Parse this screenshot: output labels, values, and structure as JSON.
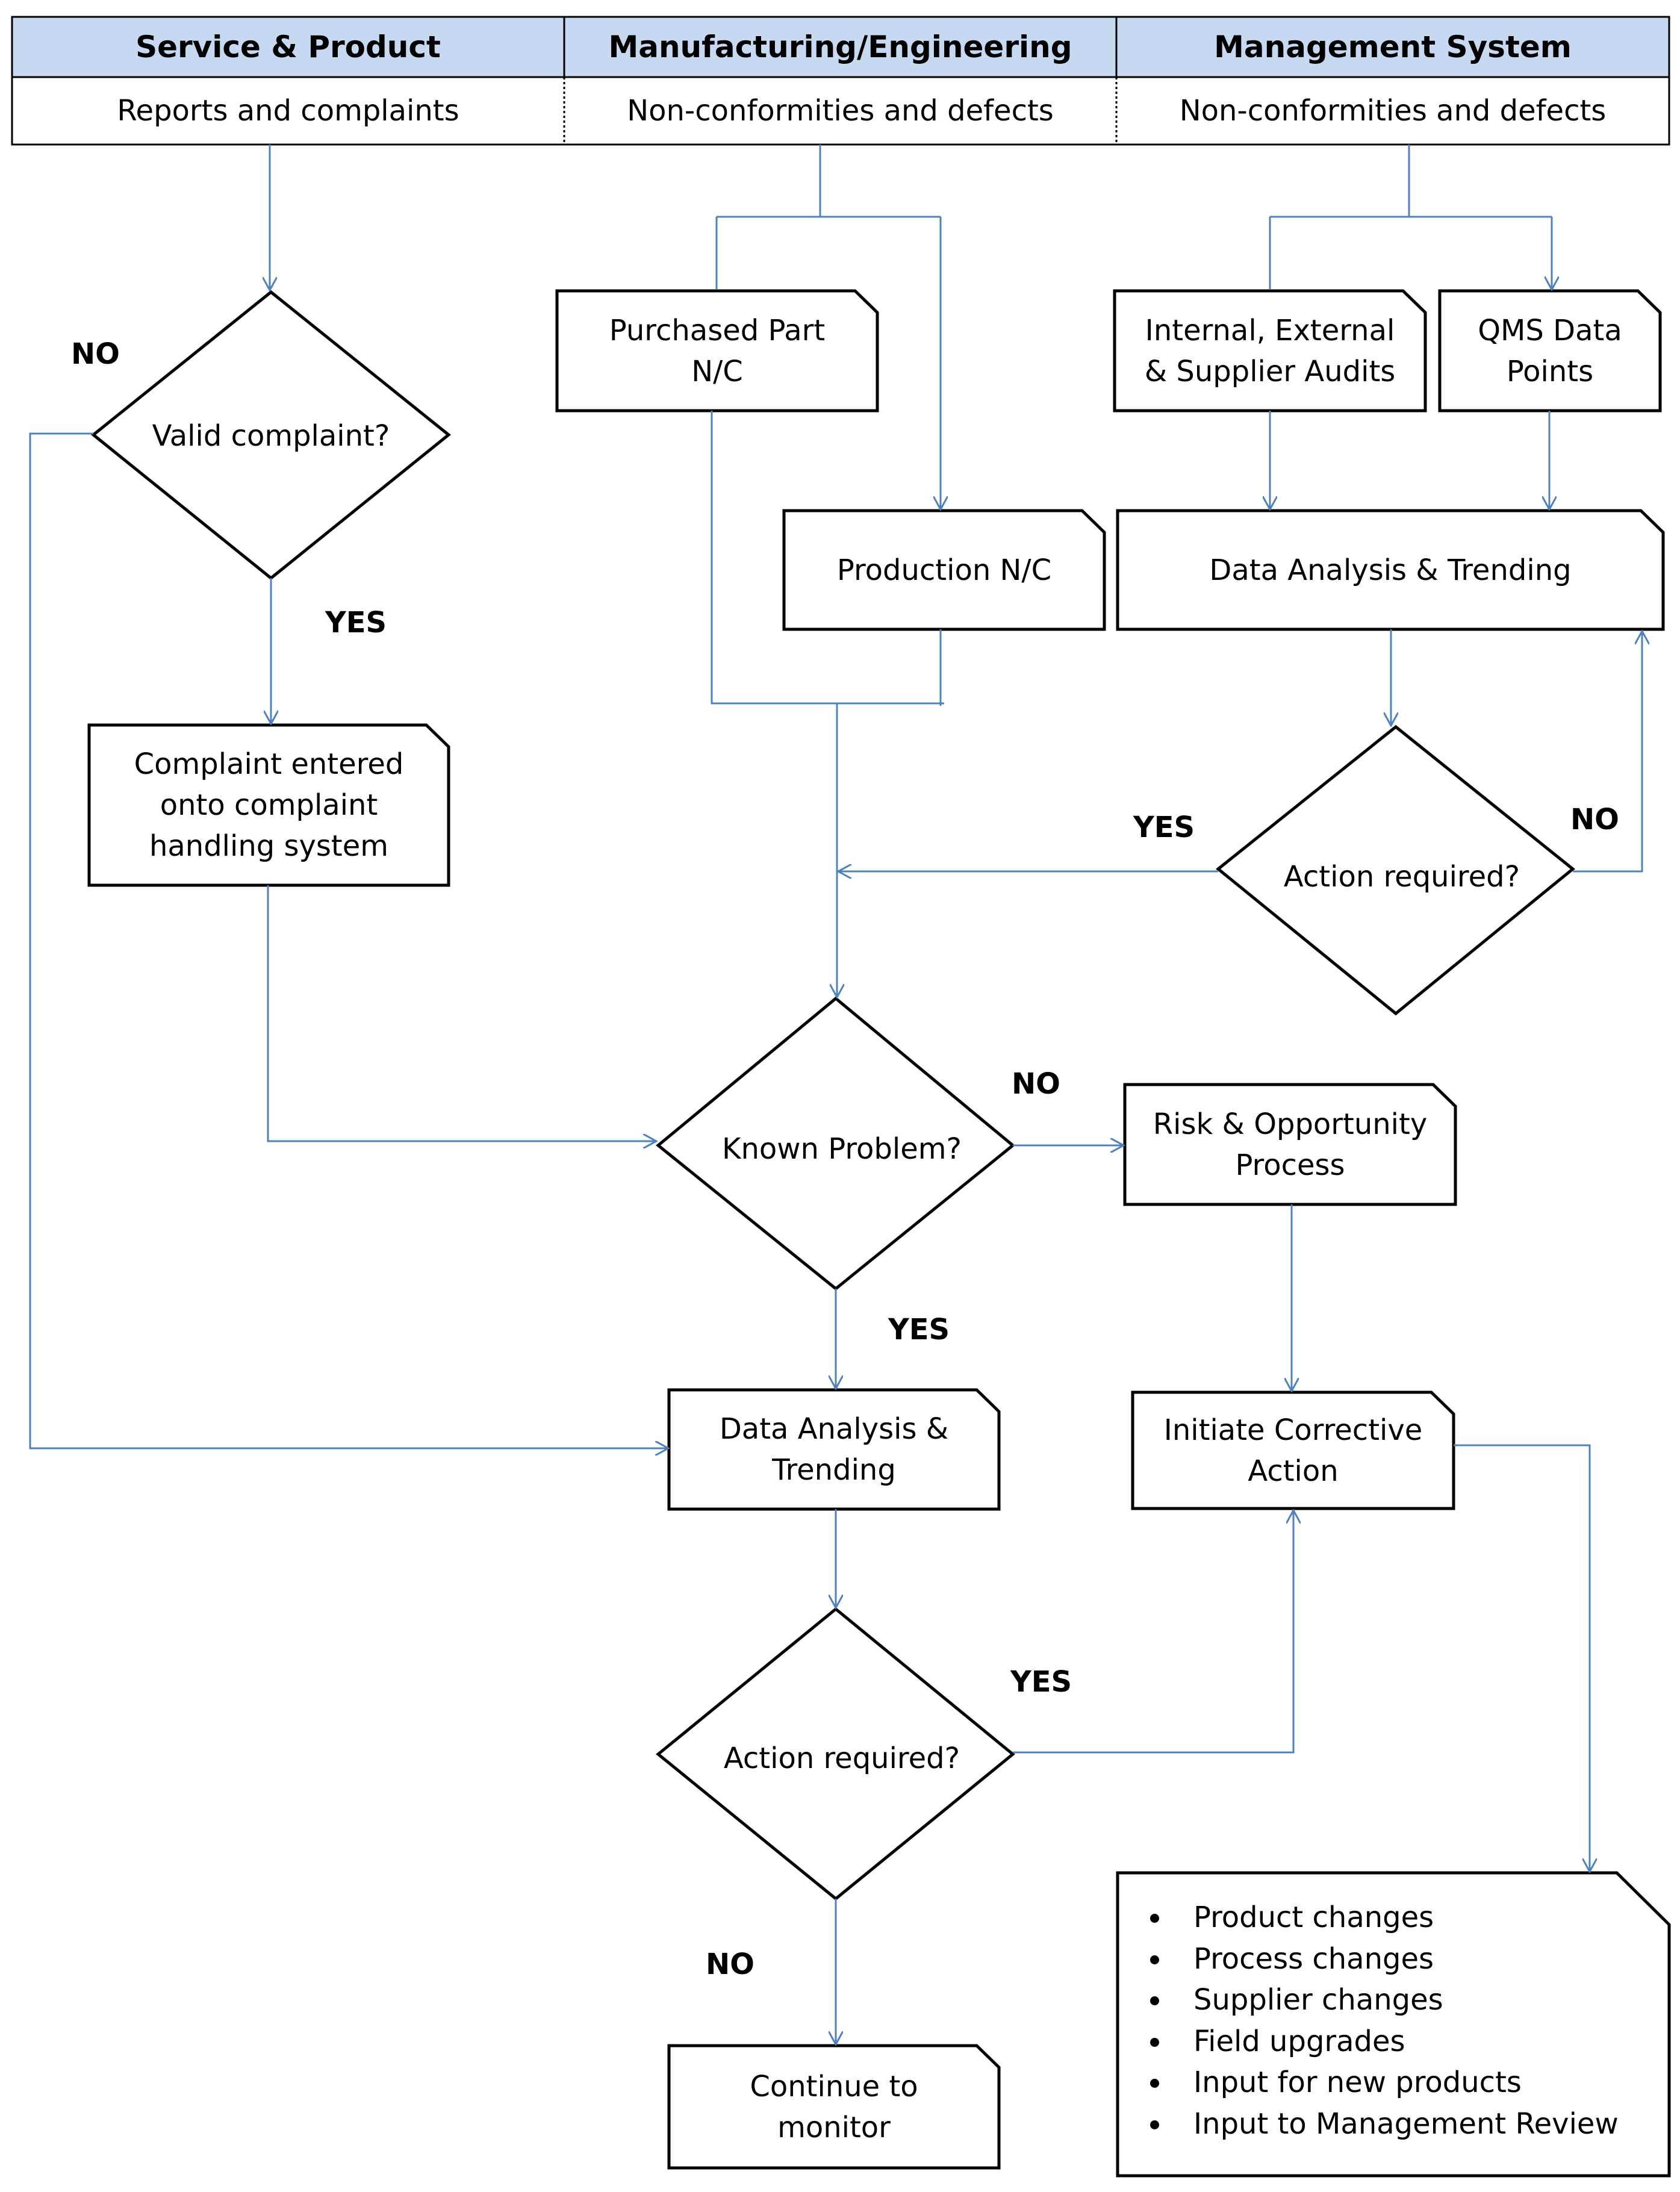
{
  "header": {
    "columns": [
      {
        "title": "Service & Product",
        "subtitle": "Reports and complaints"
      },
      {
        "title": "Manufacturing/Engineering",
        "subtitle": "Non-conformities and defects"
      },
      {
        "title": "Management System",
        "subtitle": "Non-conformities and defects"
      }
    ]
  },
  "nodes": {
    "valid_complaint": "Valid complaint?",
    "complaint_entered": {
      "line1": "Complaint entered",
      "line2": "onto complaint",
      "line3": "handling system"
    },
    "purchased_part": {
      "line1": "Purchased Part",
      "line2": "N/C"
    },
    "production_nc": "Production N/C",
    "audits": {
      "line1": "Internal, External",
      "line2": "& Supplier Audits"
    },
    "qms_data": {
      "line1": "QMS Data",
      "line2": "Points"
    },
    "data_analysis_top": "Data Analysis & Trending",
    "action_required_top": "Action required?",
    "known_problem": "Known Problem?",
    "risk_opportunity": {
      "line1": "Risk & Opportunity",
      "line2": "Process"
    },
    "data_analysis_mid": {
      "line1": "Data Analysis &",
      "line2": "Trending"
    },
    "initiate_ca": {
      "line1": "Initiate Corrective",
      "line2": "Action"
    },
    "action_required_bottom": "Action required?",
    "continue_monitor": {
      "line1": "Continue to",
      "line2": "monitor"
    },
    "outcomes": [
      "Product changes",
      "Process changes",
      "Supplier changes",
      "Field upgrades",
      "Input for new products",
      "Input to Management Review"
    ]
  },
  "labels": {
    "no_valid": "NO",
    "yes_valid": "YES",
    "yes_action_top": "YES",
    "no_action_top": "NO",
    "no_known": "NO",
    "yes_known": "YES",
    "yes_action_bottom": "YES",
    "no_action_bottom": "NO"
  },
  "colors": {
    "connector": "#4f81bd",
    "header_fill": "#c6d9f1",
    "shape_stroke": "#000000"
  }
}
